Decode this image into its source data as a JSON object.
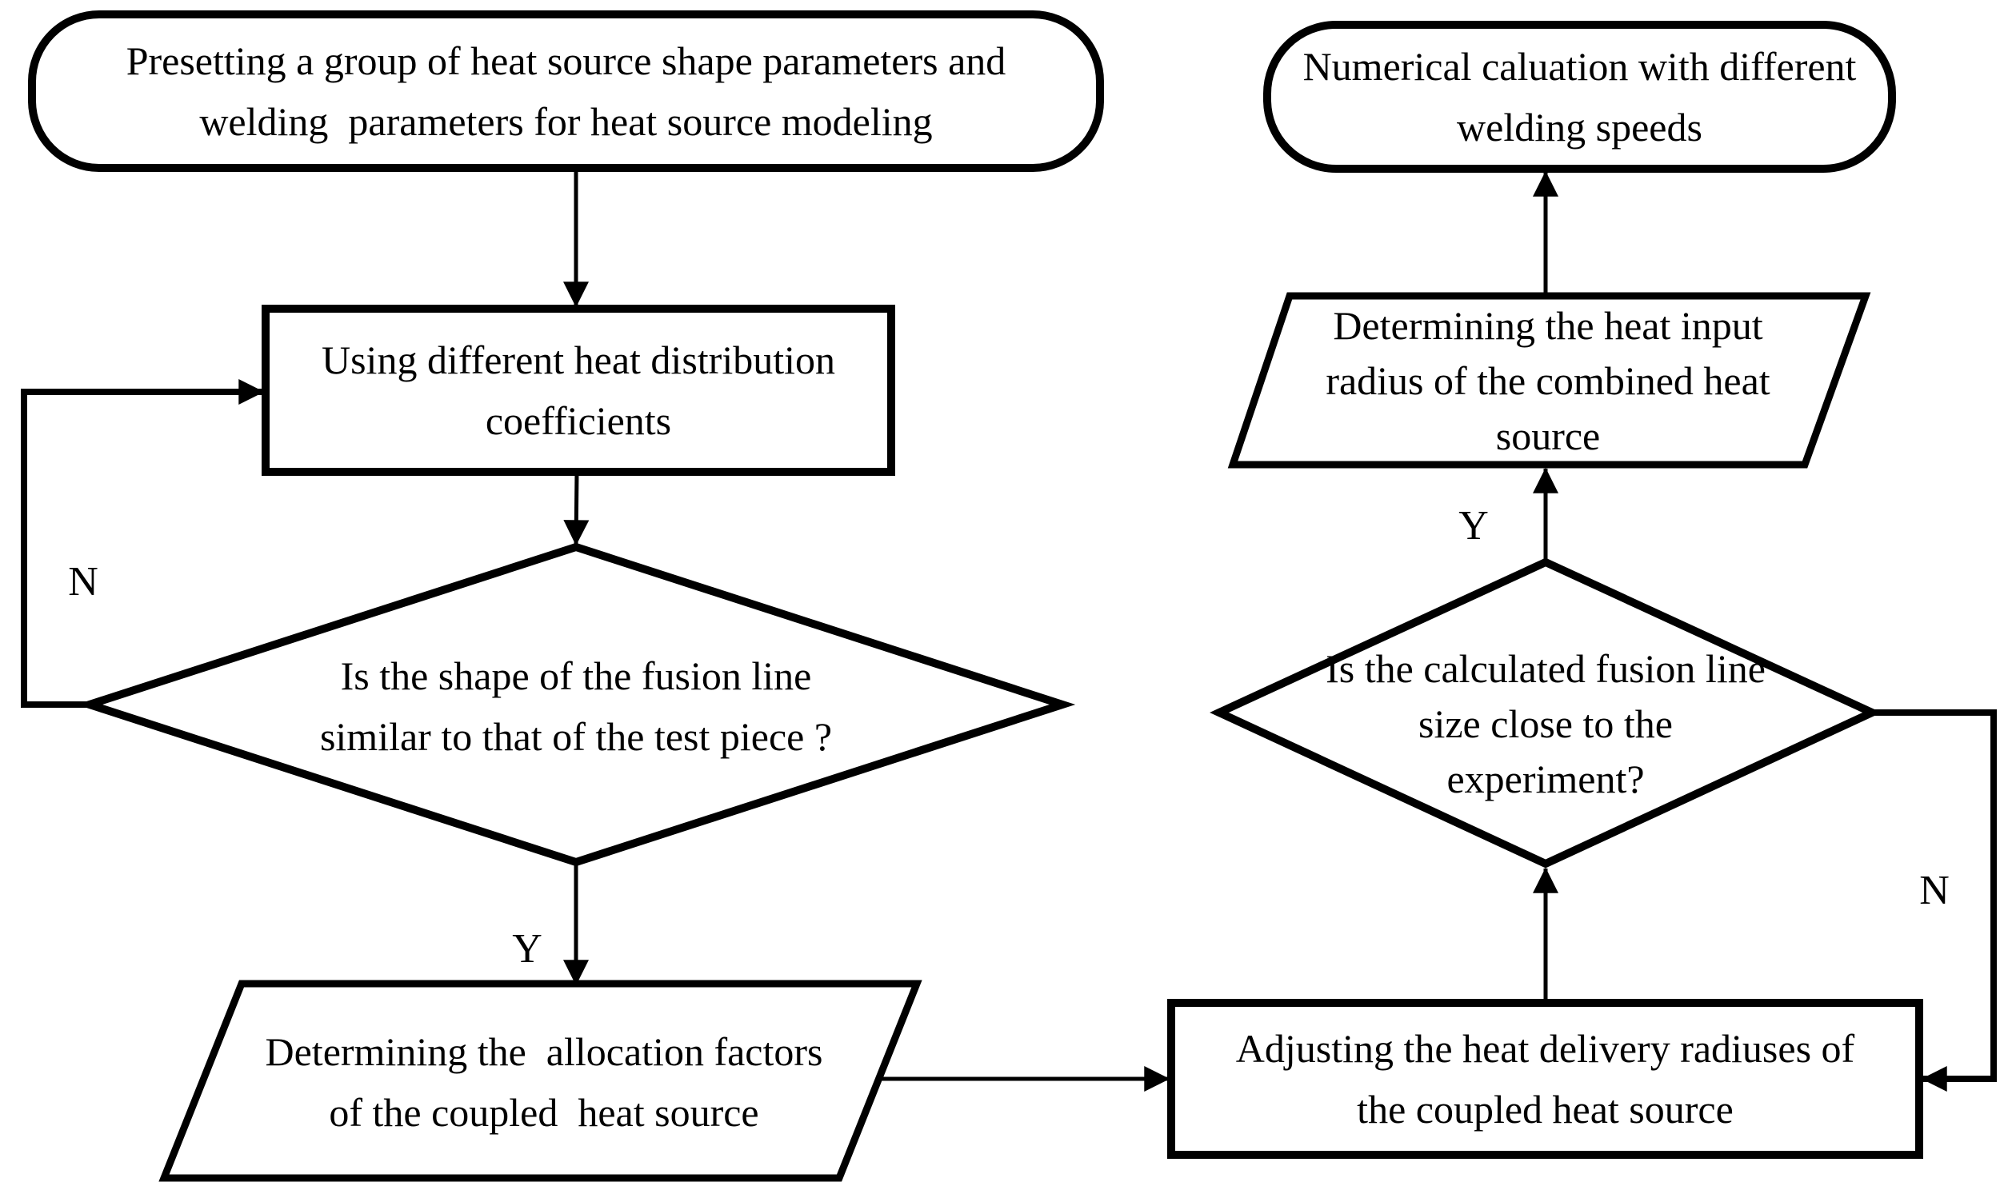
{
  "diagram": {
    "title": "Combined heat source calibration flowchart",
    "colors": {
      "background": "#ffffff",
      "fill": "#ffffff",
      "stroke": "#000000",
      "text": "#000000"
    },
    "nodes": {
      "preset": {
        "type": "terminator",
        "text": "Presetting a group of heat source shape parameters and\nwelding  parameters for heat source modeling"
      },
      "distribution": {
        "type": "process",
        "text": "Using different heat distribution\ncoefficients"
      },
      "shape_decision": {
        "type": "decision",
        "text": "Is the shape of the fusion line\nsimilar to that of the test piece ?"
      },
      "allocation": {
        "type": "input-output",
        "text": "Determining the  allocation factors\nof the coupled  heat source"
      },
      "adjust": {
        "type": "process",
        "text": "Adjusting the heat delivery radiuses of\nthe coupled heat source"
      },
      "size_decision": {
        "type": "decision",
        "text": "Is the calculated fusion line\nsize close to the\nexperiment?"
      },
      "input_radius": {
        "type": "input-output",
        "text": "Determining the heat input\nradius of the combined heat\nsource"
      },
      "numerical": {
        "type": "terminator",
        "text": "Numerical caluation with different\nwelding speeds"
      }
    },
    "labels": {
      "no_left": "N",
      "yes_left": "Y",
      "yes_right": "Y",
      "no_right": "N"
    }
  }
}
